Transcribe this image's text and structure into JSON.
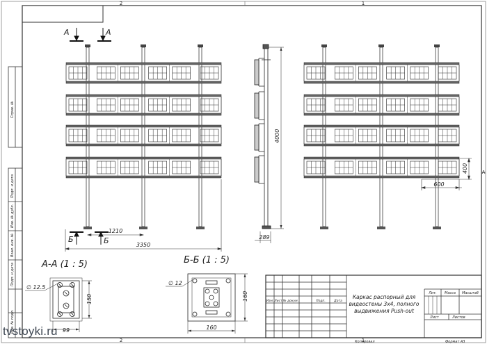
{
  "frame": {
    "zone_top": [
      "2",
      "1"
    ],
    "zone_bottom": [
      "2",
      "1"
    ],
    "zone_right": "A"
  },
  "left_strip": [
    "Справ. №",
    "Подп. и дата",
    "Инв. № дубл.",
    "Взам. инв. №",
    "Подп. и дата",
    "Инв. № подл."
  ],
  "front_view": {
    "section_mark": "А",
    "section_mark_b": "Б",
    "dim_spacing": "1210",
    "dim_width": "3350"
  },
  "side_view": {
    "dim_height": "4000",
    "dim_base": "289"
  },
  "rear_view": {
    "dim_screen_h": "400",
    "dim_screen_w": "600"
  },
  "section_a": {
    "title": "А-А (1 : 5)",
    "hole": "∅ 12.5",
    "dim_h": "150",
    "dim_w": "99"
  },
  "section_b": {
    "title": "Б-Б (1 : 5)",
    "hole": "∅ 12",
    "dim_h": "160",
    "dim_w": "160"
  },
  "title_block": {
    "description": [
      "Каркас распорный для",
      "видеостены 3х4, полного",
      "выдвижения Push-out"
    ],
    "col_headers": [
      "Изм.",
      "Лист",
      "№ докум.",
      "Подп.",
      "Дата"
    ],
    "lit": "Лит.",
    "mass": "Масса",
    "scale": "Масштаб",
    "sheet": "Лист",
    "sheets": "Листов",
    "copied": "Копировал",
    "format": "Формат А3"
  },
  "watermark": "tvstoyki.ru"
}
